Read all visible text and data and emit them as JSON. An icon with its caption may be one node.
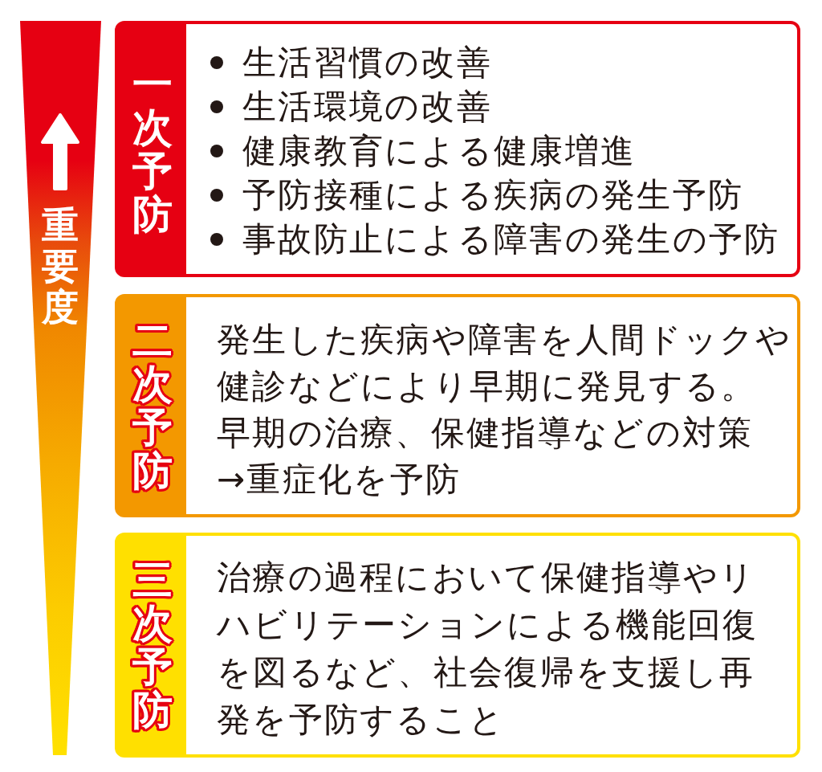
{
  "diagram": {
    "nodes": [
      {
        "text": [
          "重要度"
        ]
      },
      {
        "text": [
          "一次予防",
          "生活習慣の改善",
          "生活環境の改善",
          "健康教育による健康増進",
          "予防接種による疾病の発生予防",
          "事故防止による障害の発生の予防"
        ]
      },
      {
        "text": [
          "二次予防",
          "発生した疾病や障害を人間ドックや健診などにより早期に発見する。",
          "早期の治療、保健指導などの対策→重症化を予防"
        ]
      },
      {
        "text": [
          "三次予防",
          "治療の過程において保健指導やリハビリテーションによる機能回復を図るなど、社会復帰を支援し再発を予防すること"
        ]
      }
    ]
  }
}
